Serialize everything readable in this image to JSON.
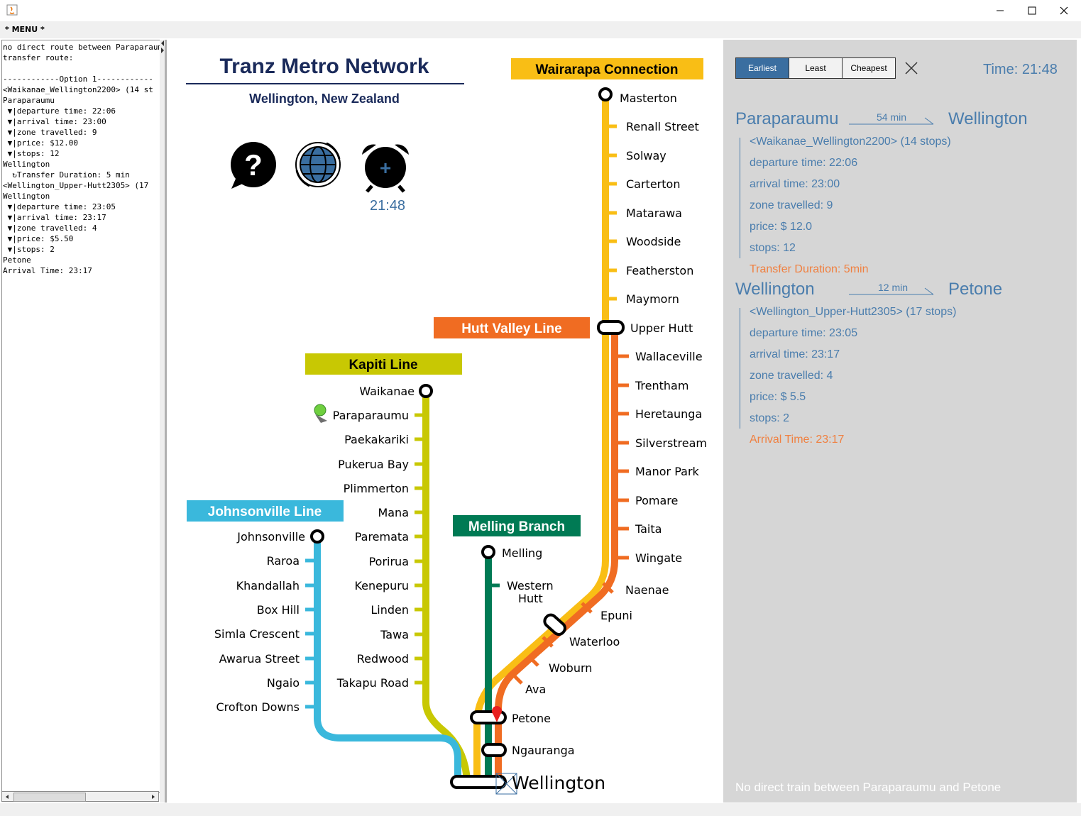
{
  "menu": {
    "label": "* MENU *"
  },
  "left_panel": {
    "lines": [
      "no direct route between Paraparaumu",
      "transfer route:",
      "",
      "------------Option 1------------",
      "<Waikanae_Wellington2200> (14 st",
      "Paraparaumu",
      " ▼|departure time: 22:06",
      " ▼|arrival time: 23:00",
      " ▼|zone travelled: 9",
      " ▼|price: $12.00",
      " ▼|stops: 12",
      "Wellington",
      "  ↻Transfer Duration: 5 min",
      "<Wellington_Upper-Hutt2305> (17",
      "Wellington",
      " ▼|departure time: 23:05",
      " ▼|arrival time: 23:17",
      " ▼|zone travelled: 4",
      " ▼|price: $5.50",
      " ▼|stops: 2",
      "Petone",
      "Arrival Time: 23:17"
    ]
  },
  "map": {
    "title": "Tranz Metro Network",
    "subtitle": "Wellington, New Zealand",
    "clock_time": "21:48",
    "lines": {
      "wairarapa": {
        "name": "Wairarapa Connection",
        "color": "#f9be15"
      },
      "hutt": {
        "name": "Hutt Valley Line",
        "color": "#f06c22"
      },
      "kapiti": {
        "name": "Kapiti Line",
        "color": "#c8c803"
      },
      "johnsonville": {
        "name": "Johnsonville Line",
        "color": "#3ab8dc"
      },
      "melling": {
        "name": "Melling Branch",
        "color": "#007a54"
      }
    },
    "stations": {
      "wairarapa": [
        "Masterton",
        "Renall Street",
        "Solway",
        "Carterton",
        "Matarawa",
        "Woodside",
        "Featherston",
        "Maymorn"
      ],
      "hutt": [
        "Upper Hutt",
        "Wallaceville",
        "Trentham",
        "Heretaunga",
        "Silverstream",
        "Manor Park",
        "Pomare",
        "Taita",
        "Wingate",
        "Naenae",
        "Epuni",
        "Waterloo",
        "Woburn",
        "Ava"
      ],
      "kapiti": [
        "Waikanae",
        "Paraparaumu",
        "Paekakariki",
        "Pukerua Bay",
        "Plimmerton",
        "Mana",
        "Paremata",
        "Porirua",
        "Kenepuru",
        "Linden",
        "Tawa",
        "Redwood",
        "Takapu Road"
      ],
      "johnsonville": [
        "Johnsonville",
        "Raroa",
        "Khandallah",
        "Box Hill",
        "Simla Crescent",
        "Awarua Street",
        "Ngaio",
        "Crofton Downs"
      ],
      "melling": [
        "Melling",
        "Western",
        "Hutt"
      ],
      "trunk": [
        "Petone",
        "Ngauranga",
        "Wellington"
      ]
    }
  },
  "info": {
    "tabs": [
      "Earliest",
      "Least",
      "Cheapest"
    ],
    "active_tab": "Earliest",
    "time_label": "Time: 21:48",
    "leg1": {
      "from": "Paraparaumu",
      "duration": "54 min",
      "to": "Wellington",
      "train": "<Waikanae_Wellington2200> (14 stops)",
      "departure": "departure time: 22:06",
      "arrival": "arrival time: 23:00",
      "zone": "zone travelled: 9",
      "price": "price: $ 12.0",
      "stops": "stops: 12"
    },
    "transfer": "Transfer Duration: 5min",
    "leg2": {
      "from": "Wellington",
      "duration": "12 min",
      "to": "Petone",
      "train": "<Wellington_Upper-Hutt2305> (17 stops)",
      "departure": "departure time: 23:05",
      "arrival": "arrival time: 23:17",
      "zone": "zone travelled: 4",
      "price": "price: $ 5.5",
      "stops": "stops: 2"
    },
    "arrival_time": "Arrival Time: 23:17",
    "status": "No direct train between Paraparaumu and Petone",
    "colors": {
      "text": "#4a7dad",
      "highlight": "#f08040",
      "active_tab": "#3a6ea0"
    }
  }
}
